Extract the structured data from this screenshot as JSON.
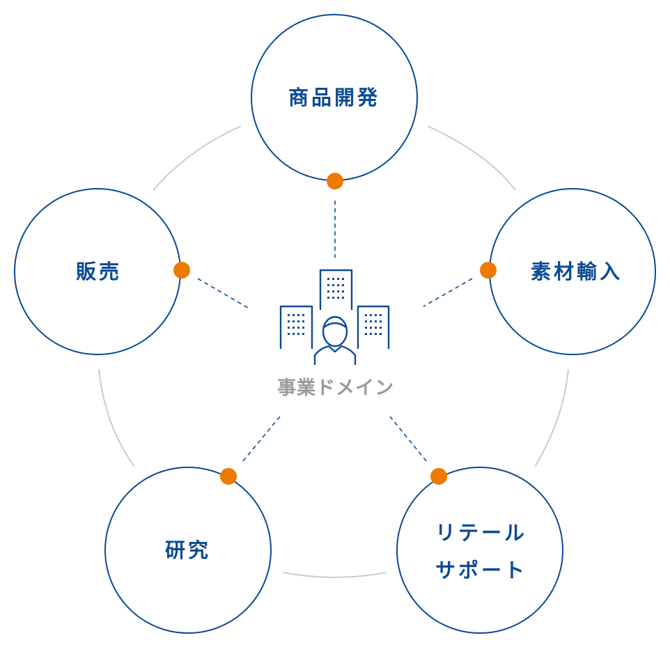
{
  "colors": {
    "circle_stroke": "#0b4a94",
    "connector_dot": "#ee7a00",
    "ring_arc": "#cccccc",
    "center_label": "#9a9a9a"
  },
  "center": {
    "icon": "business-person-buildings-icon",
    "label": "事業ドメイン"
  },
  "nodes": [
    {
      "id": "product-development",
      "lines": [
        "商品開発"
      ]
    },
    {
      "id": "material-import",
      "lines": [
        "素材輸入"
      ]
    },
    {
      "id": "retail-support",
      "lines": [
        "リテール",
        "サポート"
      ]
    },
    {
      "id": "research",
      "lines": [
        "研究"
      ]
    },
    {
      "id": "sales",
      "lines": [
        "販売"
      ]
    }
  ]
}
